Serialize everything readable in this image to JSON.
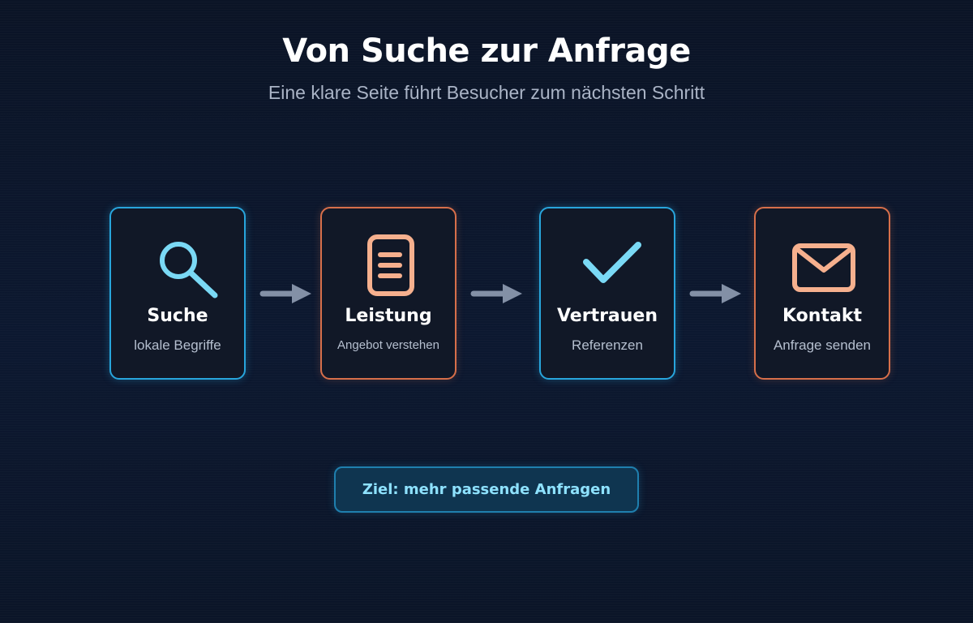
{
  "header": {
    "title": "Von Suche zur Anfrage",
    "subtitle": "Eine klare Seite führt Besucher zum nächsten Schritt"
  },
  "steps": [
    {
      "title": "Suche",
      "subtitle": "lokale Begriffe",
      "icon": "search-icon",
      "accent": "#28a5dc"
    },
    {
      "title": "Leistung",
      "subtitle": "Angebot verstehen",
      "icon": "document-icon",
      "accent": "#d76f4a"
    },
    {
      "title": "Vertrauen",
      "subtitle": "Referenzen",
      "icon": "checkmark-icon",
      "accent": "#28a5dc"
    },
    {
      "title": "Kontakt",
      "subtitle": "Anfrage senden",
      "icon": "mail-icon",
      "accent": "#d76f4a"
    }
  ],
  "goal": {
    "label": "Ziel: mehr passende Anfragen"
  },
  "colors": {
    "background": "#0b1426",
    "blue_accent": "#28a5dc",
    "orange_accent": "#d76f4a",
    "blue_icon": "#7ad9f5",
    "orange_icon": "#f6b08e",
    "arrow": "#8390a6"
  }
}
